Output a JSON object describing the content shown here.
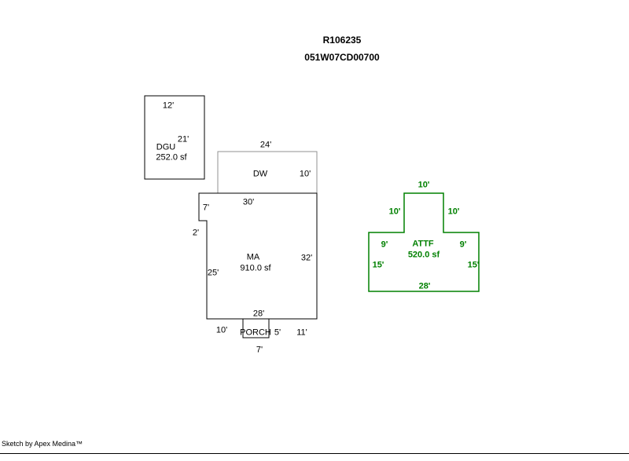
{
  "header": {
    "line1": "R106235",
    "line2": "051W07CD00700"
  },
  "buildings": {
    "dgu": {
      "name": "DGU",
      "area": "252.0 sf",
      "dim_top": "12'",
      "dim_right": "21'"
    },
    "dw": {
      "name": "DW",
      "dim_top": "24'",
      "dim_right": "10'"
    },
    "ma": {
      "name": "MA",
      "area": "910.0 sf",
      "dim_top": "30'",
      "dim_notch_vertical": "7'",
      "dim_notch_horizontal": "2'",
      "dim_left": "25'",
      "dim_right": "32'",
      "dim_bottom": "28'",
      "dim_bottom_left": "10'",
      "dim_bottom_right": "11'"
    },
    "porch": {
      "name": "PORCH",
      "dim_right": "5'",
      "dim_bottom": "7'"
    },
    "attf": {
      "name": "ATTF",
      "area": "520.0 sf",
      "dim_top": "10'",
      "dim_stem_left": "10'",
      "dim_stem_right": "10'",
      "dim_shoulder_left": "9'",
      "dim_shoulder_right": "9'",
      "dim_left": "15'",
      "dim_right": "15'",
      "dim_bottom": "28'"
    }
  },
  "colors": {
    "main_outline": "#000000",
    "dw_outline": "#909090",
    "attf_color": "#008000"
  },
  "footer": {
    "credit": "Sketch by Apex Medina™"
  }
}
